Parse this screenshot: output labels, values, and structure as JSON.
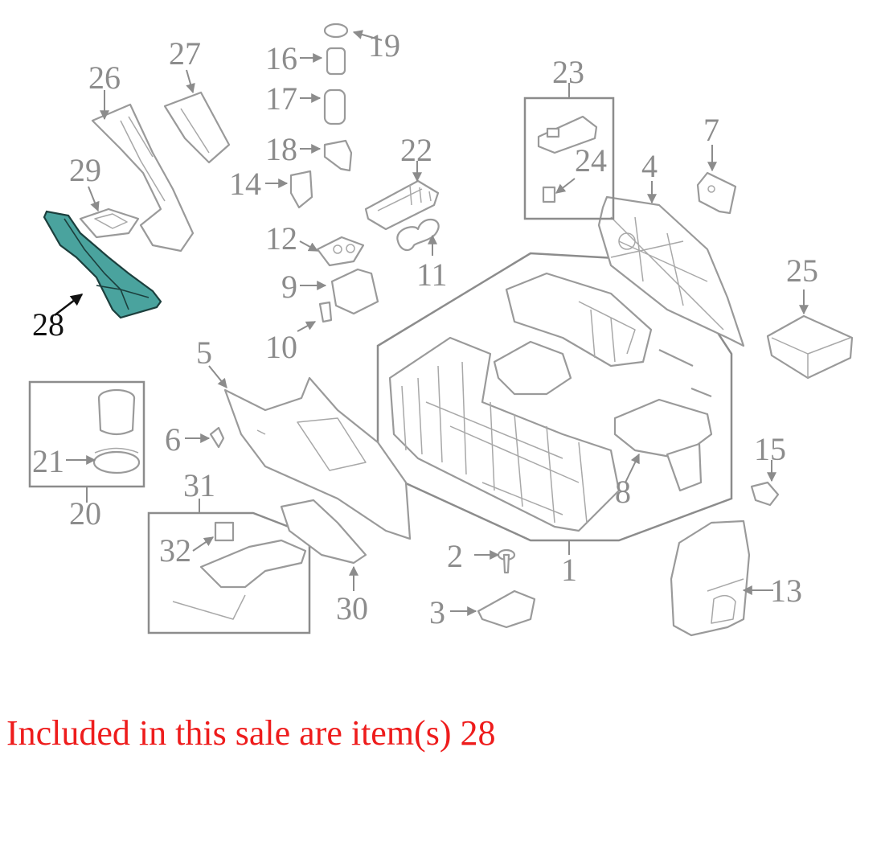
{
  "diagram": {
    "callouts": {
      "c1": "1",
      "c2": "2",
      "c3": "3",
      "c4": "4",
      "c5": "5",
      "c6": "6",
      "c7": "7",
      "c8": "8",
      "c9": "9",
      "c10": "10",
      "c11": "11",
      "c12": "12",
      "c13": "13",
      "c14": "14",
      "c15": "15",
      "c16": "16",
      "c17": "17",
      "c18": "18",
      "c19": "19",
      "c20": "20",
      "c21": "21",
      "c22": "22",
      "c23": "23",
      "c24": "24",
      "c25": "25",
      "c26": "26",
      "c27": "27",
      "c28": "28",
      "c29": "29",
      "c30": "30",
      "c31": "31",
      "c32": "32"
    },
    "highlighted_part": "28",
    "colors": {
      "highlight_fill": "#4aa39e",
      "callout_text": "#8c8c8c",
      "caption_text": "#ee1c1c"
    }
  },
  "caption": "Included in this sale are item(s) 28"
}
